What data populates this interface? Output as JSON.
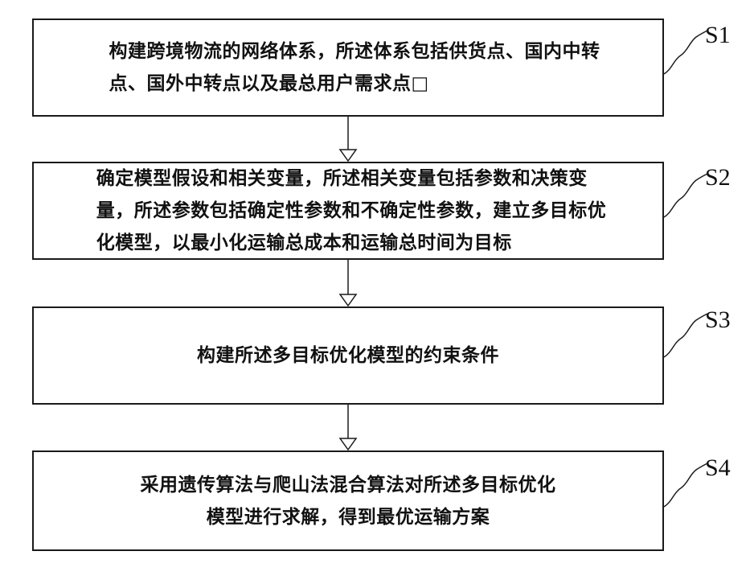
{
  "steps": [
    {
      "id": "S1",
      "text": "构建跨境物流的网络体系，所述体系包括供货点、国内中转\n点、国外中转点以及最总用户需求点□"
    },
    {
      "id": "S2",
      "text": "确定模型假设和相关变量，所述相关变量包括参数和决策变\n量，所述参数包括确定性参数和不确定性参数，建立多目标优\n化模型，以最小化运输总成本和运输总时间为目标"
    },
    {
      "id": "S3",
      "text": "构建所述多目标优化模型的约束条件"
    },
    {
      "id": "S4",
      "text": "采用遗传算法与爬山法混合算法对所述多目标优化\n模型进行求解，得到最优运输方案"
    }
  ]
}
